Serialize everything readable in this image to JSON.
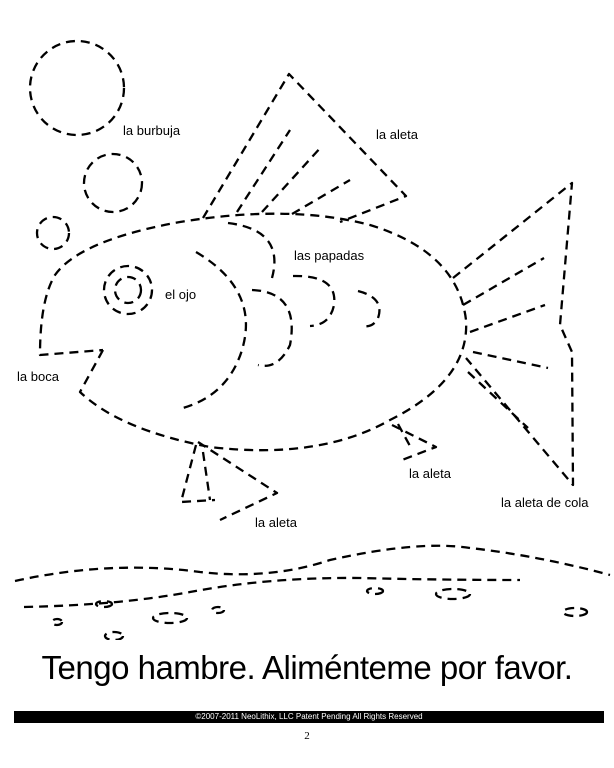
{
  "labels": {
    "bubble": "la burbuja",
    "top_fin": "la aleta",
    "gills": "las papadas",
    "eye": "el ojo",
    "mouth": "la boca",
    "lower_right_fin": "la aleta",
    "tail_fin": "la aleta de cola",
    "lower_left_fin": "la aleta"
  },
  "title": "Tengo hambre. Aliménteme por favor.",
  "footer": {
    "copyright": "©2007-2011  NeoLithix, LLC  Patent Pending  All Rights Reserved",
    "page_number": "2"
  }
}
